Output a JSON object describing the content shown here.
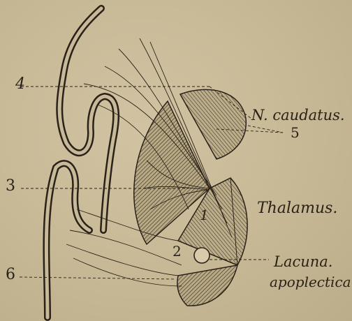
{
  "labels": {
    "caudatus": "N. caudatus.",
    "thalamus": "Thalamus.",
    "lacuna_line1": "Lacuna.",
    "lacuna_line2": "apoplectica."
  },
  "numbers": {
    "n1": "1",
    "n2": "2",
    "n3": "3",
    "n4": "4",
    "n5": "5",
    "n6": "6"
  },
  "colors": {
    "paper": "#c8b998",
    "ink": "#2a2218",
    "hatch": "#3a3024"
  }
}
